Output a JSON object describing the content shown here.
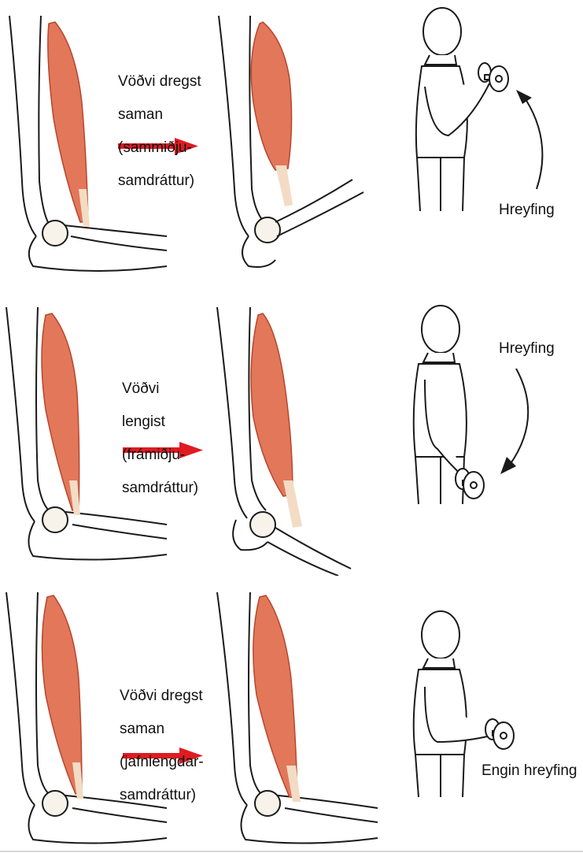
{
  "colors": {
    "muscle": "#e2775a",
    "muscle_dark": "#b8462c",
    "tendon": "#f3dcc4",
    "arrow": "#e01b22",
    "line": "#1a1a1a"
  },
  "panels": [
    {
      "id": "concentric",
      "caption_lines": [
        "Vöðvi dregst",
        "saman",
        "(sammiðju-",
        "samdráttur)"
      ],
      "movement_label": "Hreyfing",
      "arm_pose": "flexed",
      "motion": "up"
    },
    {
      "id": "eccentric",
      "caption_lines": [
        "Vöðvi",
        "lengist",
        "(frámiðju-",
        "samdráttur)"
      ],
      "movement_label": "Hreyfing",
      "arm_pose": "extended",
      "motion": "down"
    },
    {
      "id": "isometric",
      "caption_lines": [
        "Vöðvi dregst",
        "saman",
        "(jafnlengdar-",
        "samdráttur)"
      ],
      "movement_label": "Engin hreyfing",
      "arm_pose": "held",
      "motion": "none"
    }
  ]
}
